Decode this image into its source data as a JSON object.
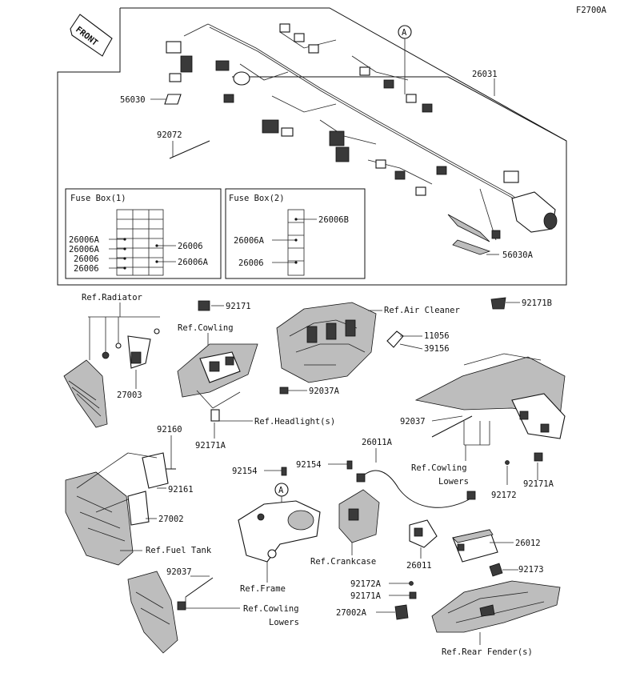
{
  "figure_code": "F2700A",
  "front_label": "FRONT",
  "callout_a": "A",
  "fuse_box_1": {
    "title": "Fuse Box(1)",
    "labels_left": [
      "26006A",
      "26006A",
      "26006",
      "26006"
    ],
    "labels_right": [
      "26006",
      "26006A"
    ]
  },
  "fuse_box_2": {
    "title": "Fuse Box(2)",
    "label_top": "26006B",
    "labels_left": [
      "26006A",
      "26006"
    ]
  },
  "parts": {
    "p26031": "26031",
    "p56030": "56030",
    "p92072": "92072",
    "p56030A": "56030A",
    "p92171": "92171",
    "p92171B": "92171B",
    "p11056": "11056",
    "p39156": "39156",
    "p27003": "27003",
    "p92037A": "92037A",
    "p92171A_1": "92171A",
    "p92160": "92160",
    "p92037_1": "92037",
    "p26011A": "26011A",
    "p92154_1": "92154",
    "p92154_2": "92154",
    "p92161": "92161",
    "p27002": "27002",
    "p92172_1": "92172",
    "p92171A_2": "92171A",
    "p26012": "26012",
    "p26011": "26011",
    "p92037_2": "92037",
    "p92172A": "92172A",
    "p92173": "92173",
    "p92171A_3": "92171A",
    "p27002A": "27002A"
  },
  "refs": {
    "radiator": "Ref.Radiator",
    "cowling": "Ref.Cowling",
    "air_cleaner": "Ref.Air Cleaner",
    "headlight": "Ref.Headlight(s)",
    "cowling_lowers_1": "Ref.Cowling",
    "cowling_lowers_1b": "Lowers",
    "fuel_tank": "Ref.Fuel Tank",
    "crankcase": "Ref.Crankcase",
    "frame": "Ref.Frame",
    "cowling_lowers_2": "Ref.Cowling",
    "cowling_lowers_2b": "Lowers",
    "rear_fender": "Ref.Rear Fender(s)"
  }
}
